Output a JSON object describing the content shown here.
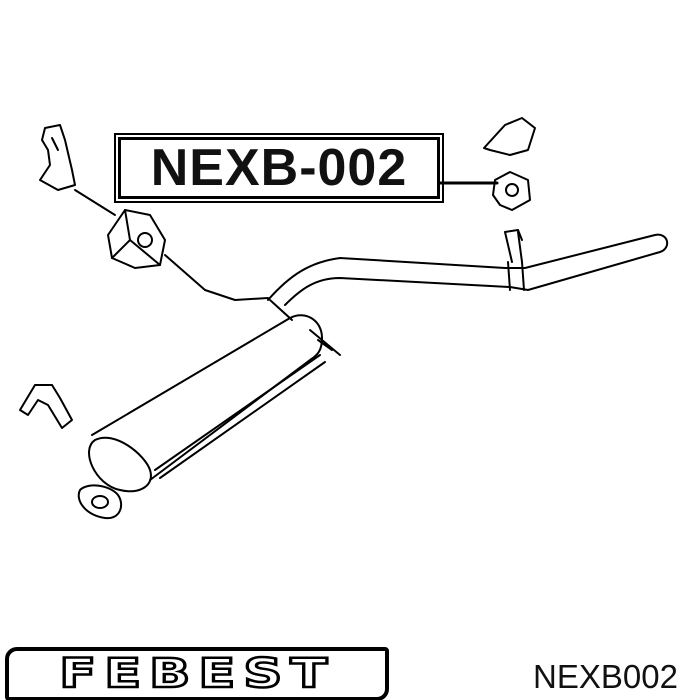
{
  "diagram": {
    "part_label": "NEXB-002",
    "highlighted_part": "exhaust-mount-bracket"
  },
  "footer": {
    "brand_logo": "FEBEST",
    "part_number": "NEXB002"
  },
  "colors": {
    "line": "#000000",
    "background": "#ffffff"
  }
}
